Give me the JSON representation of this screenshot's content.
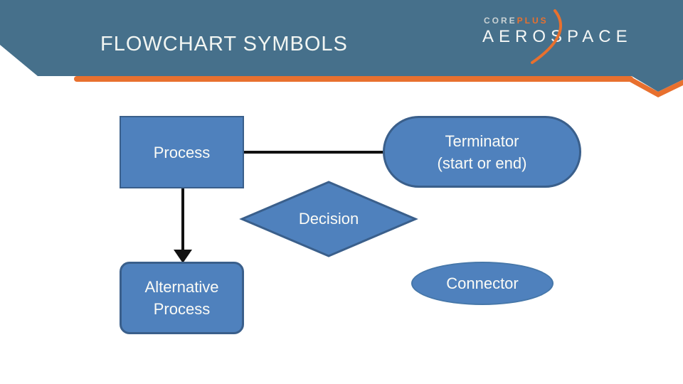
{
  "slide": {
    "title": "FLOWCHART SYMBOLS"
  },
  "logo": {
    "core": "CORE",
    "plus": "PLUS",
    "aerospace": "AEROSPACE"
  },
  "shapes": {
    "process": {
      "label": "Process"
    },
    "terminator": {
      "line1": "Terminator",
      "line2": "(start or end)"
    },
    "decision": {
      "label": "Decision"
    },
    "alternative_process": {
      "line1": "Alternative",
      "line2": "Process"
    },
    "connector": {
      "label": "Connector"
    }
  },
  "colors": {
    "header_blue": "#46708B",
    "accent_orange": "#E8702E",
    "shape_fill": "#4F81BD",
    "shape_border": "#3A5F8B",
    "title_text": "#F1F5F2",
    "shape_text": "#FBFBF6",
    "connector_line": "#111111"
  }
}
